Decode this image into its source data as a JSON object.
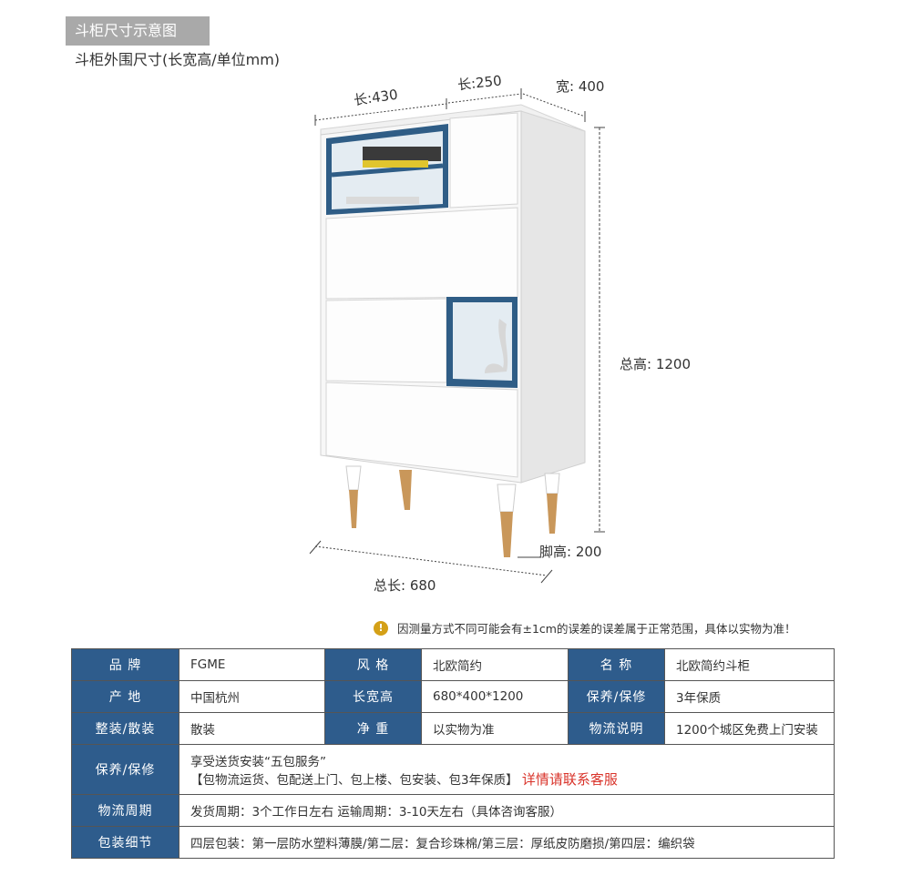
{
  "header": {
    "title": "斗柜尺寸示意图",
    "subtitle": "斗柜外围尺寸(长宽高/单位mm)"
  },
  "dimensions": {
    "len_a": "长:430",
    "len_b": "长:250",
    "width": "宽: 400",
    "total_height": "总高: 1200",
    "leg_height": "脚高: 200",
    "total_length": "总长: 680"
  },
  "notice": {
    "icon": "warning-icon",
    "text": "因测量方式不同可能会有±1cm的误差的误差属于正常范围，具体以实物为准！"
  },
  "specs": {
    "row1": {
      "k1": "品 牌",
      "v1": "FGME",
      "k2": "风 格",
      "v2": "北欧简约",
      "k3": "名 称",
      "v3": "北欧简约斗柜"
    },
    "row2": {
      "k1": "产 地",
      "v1": "中国杭州",
      "k2": "长宽高",
      "v2": "680*400*1200",
      "k3": "保养/保修",
      "v3": "3年保质"
    },
    "row3": {
      "k1": "整装/散装",
      "v1": "散装",
      "k2": "净 重",
      "v2": "以实物为准",
      "k3": "物流说明",
      "v3": "1200个城区免费上门安装"
    },
    "warranty": {
      "k": "保养/保修",
      "line1": "享受送货安装“五包服务”",
      "line2": "【包物流运货、包配送上门、包上楼、包安装、包3年保质】",
      "link": "详情请联系客服"
    },
    "logistics": {
      "k": "物流周期",
      "v": "发货周期：3个工作日左右   运输周期：3-10天左右（具体咨询客服）"
    },
    "packing": {
      "k": "包装细节",
      "v": "四层包装：第一层防水塑料薄膜/第二层：复合珍珠棉/第三层：厚纸皮防磨损/第四层：编织袋"
    }
  },
  "colors": {
    "accent_blue": "#2e5c8c",
    "link_red": "#d9332a",
    "tag_gray": "#a9a9a9"
  }
}
